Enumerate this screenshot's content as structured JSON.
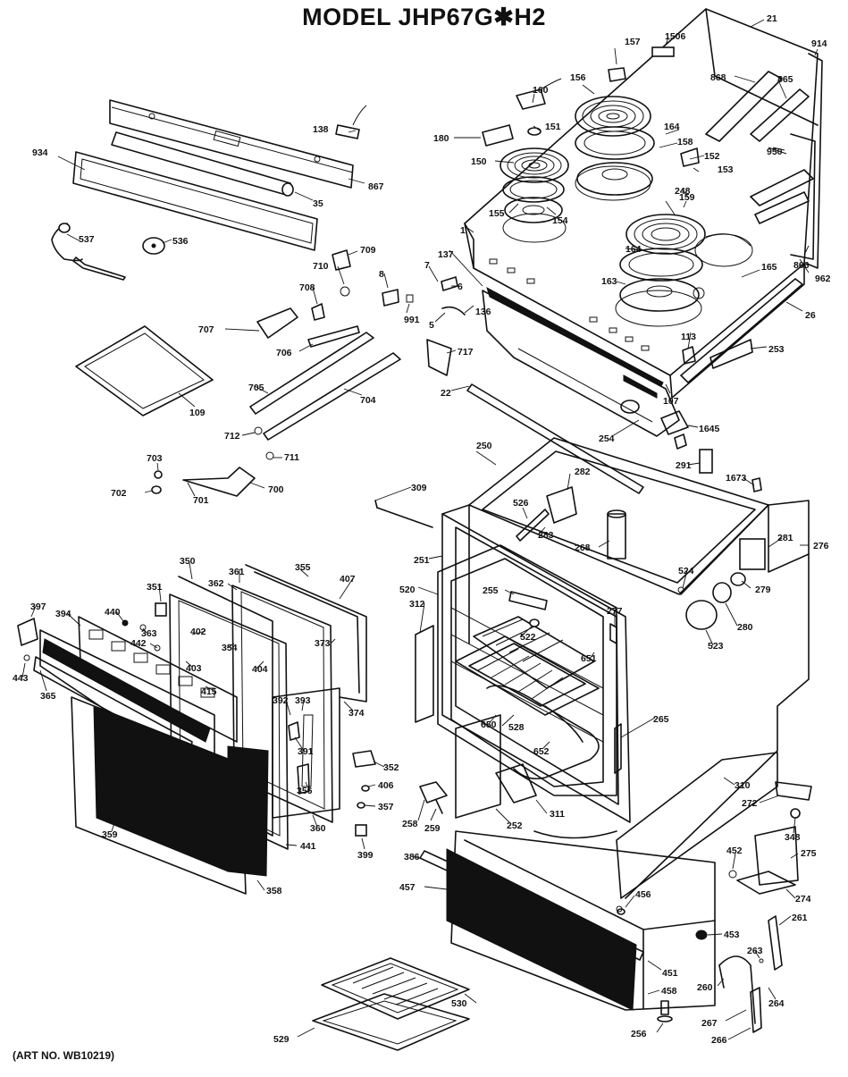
{
  "title": "MODEL JHP67G✱H2",
  "art_no": "(ART NO. WB10219)",
  "parts": {
    "p21": "21",
    "p914": "914",
    "p1506": "1506",
    "p157": "157",
    "p868": "868",
    "p865": "865",
    "p160": "160",
    "p156": "156",
    "p151": "151",
    "p138": "138",
    "p180": "180",
    "p164a": "164",
    "p158": "158",
    "p950": "950",
    "p934": "934",
    "p150": "150",
    "p152": "152",
    "p153": "153",
    "p867": "867",
    "p35": "35",
    "p248": "248",
    "p159": "159",
    "p155": "155",
    "p154": "154",
    "p537": "537",
    "p536": "536",
    "p1": "1",
    "p709": "709",
    "p164b": "164",
    "p866": "866",
    "p962": "962",
    "p165": "165",
    "p710": "710",
    "p137": "137",
    "p7": "7",
    "p6": "6",
    "p8": "8",
    "p708": "708",
    "p163": "163",
    "p991": "991",
    "p5": "5",
    "p136": "136",
    "p26": "26",
    "p707": "707",
    "p113": "113",
    "p706": "706",
    "p717": "717",
    "p253": "253",
    "p705": "705",
    "p109": "109",
    "p22": "22",
    "p704": "704",
    "p107": "107",
    "p254": "254",
    "p1645": "1645",
    "p712": "712",
    "p250": "250",
    "p711": "711",
    "p291": "291",
    "p703": "703",
    "p282": "282",
    "p1673": "1673",
    "p700": "700",
    "p702": "702",
    "p701": "701",
    "p309": "309",
    "p526": "526",
    "p283": "283",
    "p268": "268",
    "p281": "281",
    "p276": "276",
    "p251": "251",
    "p524": "524",
    "p350": "350",
    "p361": "361",
    "p355": "355",
    "p362": "362",
    "p279": "279",
    "p351": "351",
    "p520": "520",
    "p255": "255",
    "p397": "397",
    "p394": "394",
    "p440": "440",
    "p407": "407",
    "p312": "312",
    "p277": "277",
    "p280": "280",
    "p363": "363",
    "p402": "402",
    "p373": "373",
    "p442": "442",
    "p354": "354",
    "p522": "522",
    "p523": "523",
    "p403": "403",
    "p404": "404",
    "p651": "651",
    "p443": "443",
    "p365": "365",
    "p415": "415",
    "p392": "392",
    "p393": "393",
    "p374": "374",
    "p650": "650",
    "p528": "528",
    "p265": "265",
    "p652": "652",
    "p391": "391",
    "p352": "352",
    "p356": "356",
    "p406": "406",
    "p310": "310",
    "p272": "272",
    "p357": "357",
    "p258": "258",
    "p259": "259",
    "p252": "252",
    "p311": "311",
    "p359": "359",
    "p360": "360",
    "p348": "348",
    "p399": "399",
    "p441": "441",
    "p452": "452",
    "p275": "275",
    "p386": "386",
    "p457": "457",
    "p358": "358",
    "p274": "274",
    "p456": "456",
    "p261": "261",
    "p453": "453",
    "p263": "263",
    "p451": "451",
    "p530": "530",
    "p260": "260",
    "p264": "264",
    "p458": "458",
    "p267": "267",
    "p529": "529",
    "p256": "256",
    "p266": "266"
  }
}
